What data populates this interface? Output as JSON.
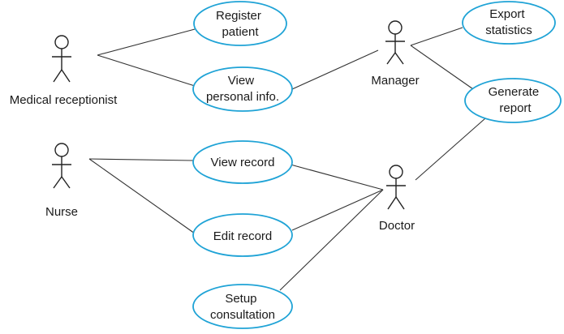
{
  "colors": {
    "use_case_border": "#1fa3d6",
    "line": "#333333",
    "text": "#1a1a1a"
  },
  "actors": {
    "medical_receptionist": "Medical receptionist",
    "nurse": "Nurse",
    "manager": "Manager",
    "doctor": "Doctor"
  },
  "use_cases": {
    "register_patient": [
      "Register",
      "patient"
    ],
    "view_personal_info": [
      "View",
      "personal info."
    ],
    "view_record": [
      "View record"
    ],
    "edit_record": [
      "Edit record"
    ],
    "setup_consultation": [
      "Setup",
      "consultation"
    ],
    "export_statistics": [
      "Export",
      "statistics"
    ],
    "generate_report": [
      "Generate",
      "report"
    ]
  }
}
